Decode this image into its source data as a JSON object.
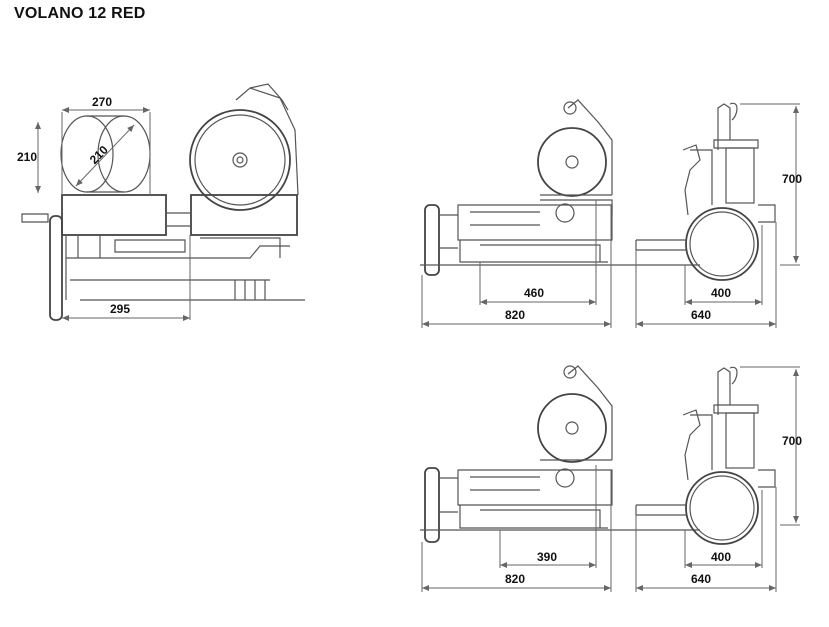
{
  "title": "VOLANO  12 RED",
  "views": {
    "product": {
      "dim_width": "270",
      "dim_height": "210",
      "dim_diagonal": "210",
      "dim_depth": "295"
    },
    "side_a": {
      "dim_460": "460",
      "dim_820": "820"
    },
    "front_a": {
      "dim_700": "700",
      "dim_400": "400",
      "dim_640": "640"
    },
    "side_b": {
      "dim_390": "390",
      "dim_820": "820"
    },
    "front_b": {
      "dim_700": "700",
      "dim_400": "400",
      "dim_640": "640"
    }
  }
}
